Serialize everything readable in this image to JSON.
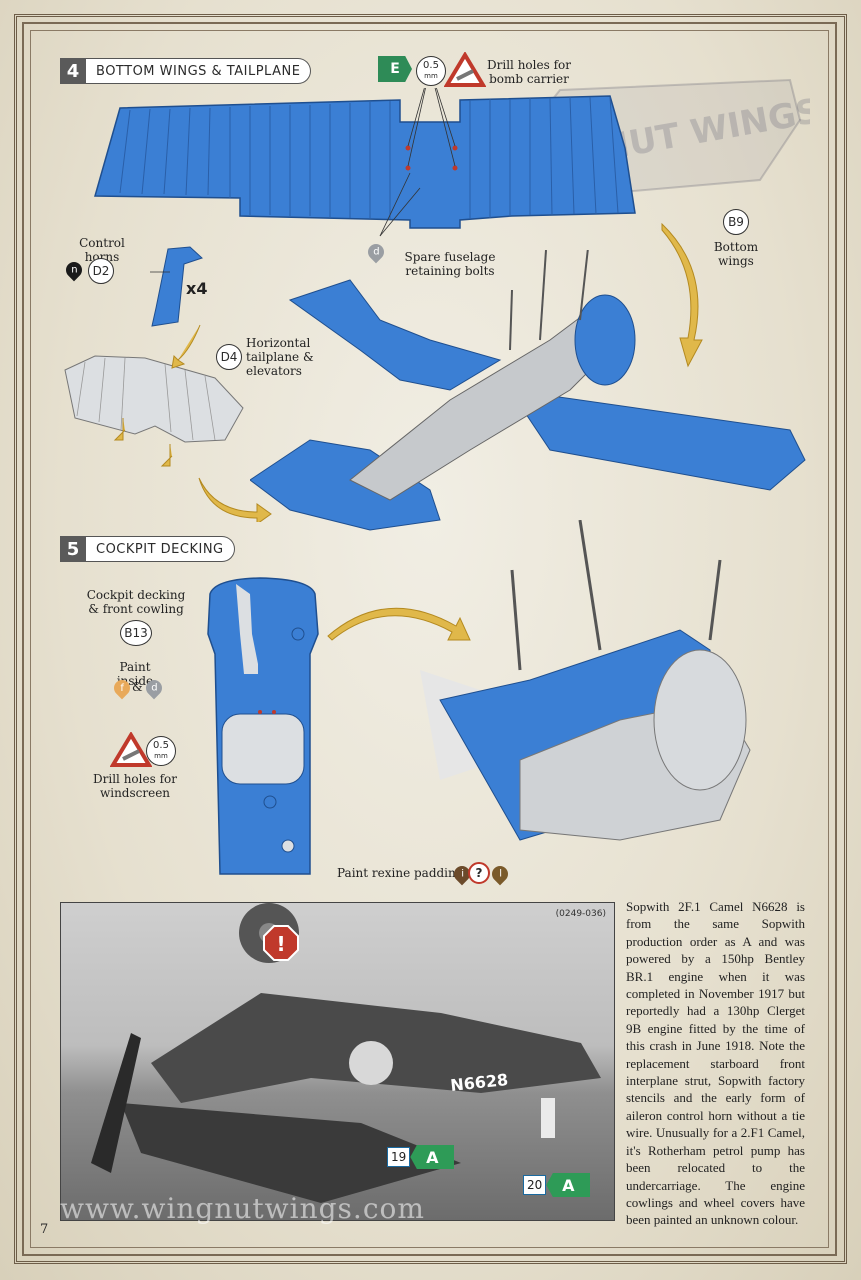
{
  "step4": {
    "number": "4",
    "title": "BOTTOM WINGS & TAILPLANE",
    "drill_badge": "E",
    "drill_size": "0.5",
    "drill_unit": "mm",
    "drill_note": "Drill holes for bomb carrier",
    "paint_d": "d",
    "spare_bolts": "Spare fuselage retaining bolts",
    "part_b9": "B9",
    "bottom_wings": "Bottom wings",
    "control_horns": "Control horns",
    "paint_n": "n",
    "part_d2": "D2",
    "quantity": "x4",
    "part_d4": "D4",
    "tailplane_label": "Horizontal tailplane & elevators"
  },
  "step5": {
    "number": "5",
    "title": "COCKPIT DECKING",
    "decking_label": "Cockpit decking & front cowling",
    "part_b13": "B13",
    "paint_inside": "Paint inside",
    "paint_f": "f",
    "amp": "&",
    "paint_d": "d",
    "drill_size": "0.5",
    "drill_unit": "mm",
    "drill_note": "Drill holes for windscreen",
    "rexine_label": "Paint rexine padding",
    "rexine_i": "i",
    "rexine_q": "?",
    "rexine_l": "l"
  },
  "photo": {
    "ref": "(0249-036)",
    "serial": "N6628",
    "callout_19": "19",
    "callout_20": "20",
    "callout_a": "A",
    "warning": "!",
    "watermark": "www.wingnutwings.com"
  },
  "caption": {
    "text": "Sopwith 2F.1 Camel N6628 is from the same Sopwith production order as A and was powered by a 150hp Bentley BR.1 engine when it was completed in November 1917 but reportedly had a 130hp Clerget 9B engine fitted by the time of this crash in June 1918. Note the replacement starboard front interplane strut, Sopwith factory stencils and the early form of aileron control horn without a tie wire. Unusually for a 2.F1 Camel, it's Rotherham petrol pump has been relocated to the undercarriage. The engine cowlings and wheel covers have been painted an unknown colour."
  },
  "page_number": "7",
  "logo_text": "WINGNUT WINGS",
  "colors": {
    "part_blue": "#3b7fd4",
    "grey_part": "#b9bec4",
    "arrow": "#e0b84a",
    "green": "#2e8b57"
  }
}
